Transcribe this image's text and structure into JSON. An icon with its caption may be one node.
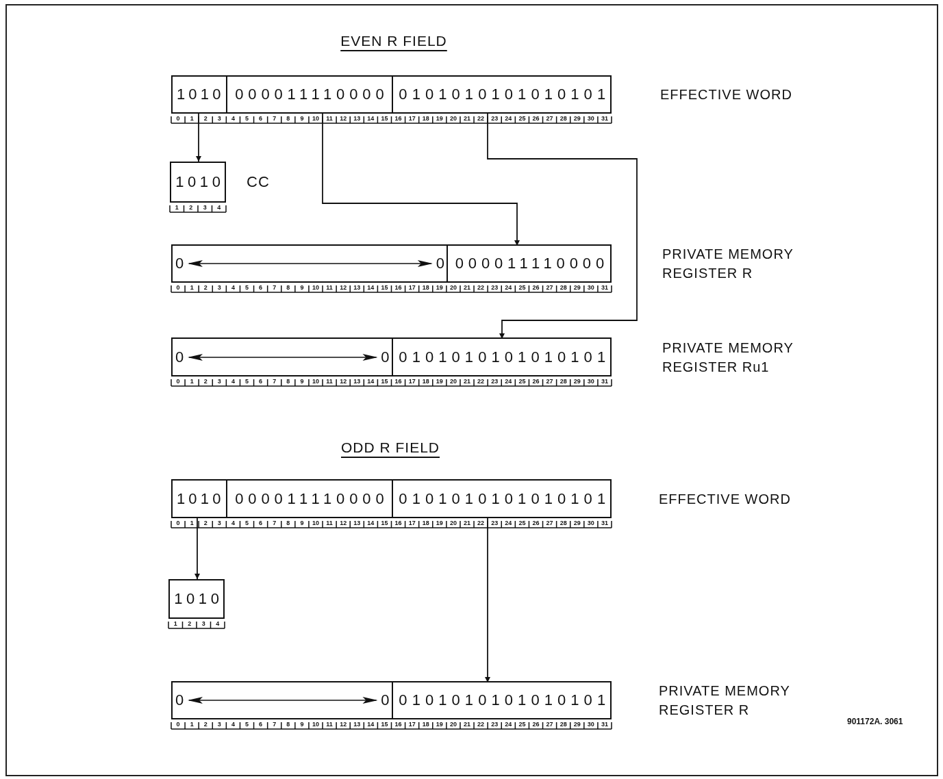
{
  "diagram": {
    "nodes": [
      {
        "text": [],
        "shape": "box",
        "beside": [
          "EFFECTIVE WORD"
        ]
      },
      {
        "text": [
          "1010"
        ],
        "in": 0
      },
      {
        "text": [
          "000011110000"
        ],
        "in": 0
      },
      {
        "text": [
          "0101010101010101"
        ],
        "in": 0
      },
      {
        "text": [
          "1010"
        ],
        "beside": [
          "CC"
        ]
      },
      {
        "text": [],
        "shape": "box",
        "beside": [
          "PRIVATE MEMORY REGISTER R"
        ]
      },
      {
        "text": [
          "0",
          "0"
        ],
        "in": 5
      },
      {
        "text": [
          "000011110000"
        ],
        "in": 5
      },
      {
        "text": [],
        "shape": "box",
        "beside": [
          "PRIVATE MEMORY REGISTER Ru1"
        ]
      },
      {
        "text": [
          "0",
          "0"
        ],
        "in": 8
      },
      {
        "text": [
          "0101010101010101"
        ],
        "in": 8
      },
      {
        "text": [],
        "shape": "box",
        "beside": [
          "EFFECTIVE WORD"
        ]
      },
      {
        "text": [
          "1010"
        ],
        "in": 11
      },
      {
        "text": [
          "000011110000"
        ],
        "in": 11
      },
      {
        "text": [
          "0101010101010101"
        ],
        "in": 11
      },
      {
        "text": [
          "1010"
        ]
      },
      {
        "text": [],
        "shape": "box",
        "beside": [
          "PRIVATE MEMORY REGISTER R"
        ]
      },
      {
        "text": [
          "0",
          "0"
        ],
        "in": 16
      },
      {
        "text": [
          "0101010101010101"
        ],
        "in": 16
      }
    ],
    "edges": [
      {
        "from": 1,
        "to": 4,
        "arrow": "to"
      },
      {
        "from": 2,
        "to": 7,
        "arrow": "to"
      },
      {
        "from": 3,
        "to": 10,
        "arrow": "to"
      },
      {
        "from": 12,
        "to": 15,
        "arrow": "to"
      },
      {
        "from": 14,
        "to": 18,
        "arrow": "to"
      }
    ],
    "labels": [
      "EVEN R FIELD",
      "0",
      "1",
      "2",
      "3",
      "4",
      "5",
      "6",
      "7",
      "8",
      "9",
      "10",
      "11",
      "12",
      "13",
      "14",
      "15",
      "16",
      "17",
      "18",
      "19",
      "20",
      "21",
      "22",
      "23",
      "24",
      "25",
      "26",
      "27",
      "28",
      "29",
      "30",
      "31",
      "1",
      "2",
      "3",
      "4",
      "0",
      "1",
      "2",
      "3",
      "4",
      "5",
      "6",
      "7",
      "8",
      "9",
      "10",
      "11",
      "12",
      "13",
      "14",
      "15",
      "16",
      "17",
      "18",
      "19",
      "20",
      "21",
      "22",
      "23",
      "24",
      "25",
      "26",
      "27",
      "28",
      "29",
      "30",
      "31",
      "0",
      "1",
      "2",
      "3",
      "4",
      "5",
      "6",
      "7",
      "8",
      "9",
      "10",
      "11",
      "12",
      "13",
      "14",
      "15",
      "16",
      "17",
      "18",
      "19",
      "20",
      "21",
      "22",
      "23",
      "24",
      "25",
      "26",
      "27",
      "28",
      "29",
      "30",
      "31",
      "ODD R FIELD",
      "0",
      "1",
      "2",
      "3",
      "4",
      "5",
      "6",
      "7",
      "8",
      "9",
      "10",
      "11",
      "12",
      "13",
      "14",
      "15",
      "16",
      "17",
      "18",
      "19",
      "20",
      "21",
      "22",
      "23",
      "24",
      "25",
      "26",
      "27",
      "28",
      "29",
      "30",
      "31",
      "1",
      "2",
      "3",
      "4",
      "0",
      "1",
      "2",
      "3",
      "4",
      "5",
      "6",
      "7",
      "8",
      "9",
      "10",
      "11",
      "12",
      "13",
      "14",
      "15",
      "16",
      "17",
      "18",
      "19",
      "20",
      "21",
      "22",
      "23",
      "24",
      "25",
      "26",
      "27",
      "28",
      "29",
      "30",
      "31",
      "901172A. 3061"
    ]
  }
}
